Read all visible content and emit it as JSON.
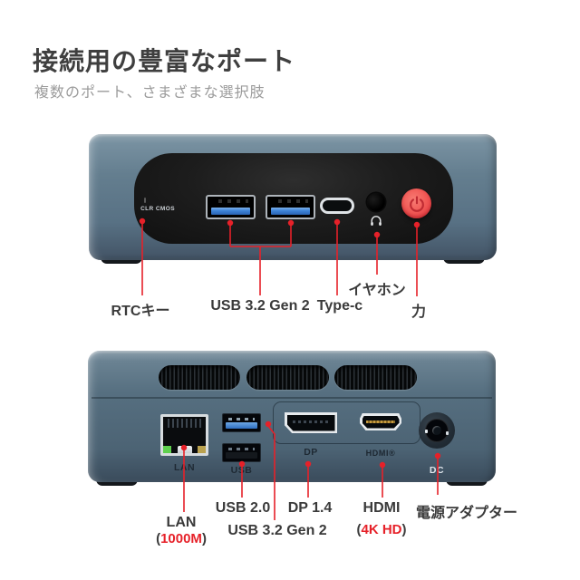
{
  "header": {
    "title": "接続用の豊富なポート",
    "subtitle": "複数のポート、さまざまな選択肢"
  },
  "colors": {
    "accent_red": "#e62129",
    "power_button_red": "#ef4a4a",
    "body_blue_gray": "#5d7487",
    "panel_black": "#1a1a1a",
    "usb3_blue": "#3b82d8",
    "title_gray": "#3f3f3f",
    "subtitle_gray": "#9b9b9b",
    "label_dark": "#3a3a3a"
  },
  "front_view": {
    "panel_text": "CLR CMOS",
    "callouts": {
      "rtc": "RTCキー",
      "usb": "USB 3.2 Gen 2",
      "typec": "Type-c",
      "earphone": "イヤホン",
      "power": "力"
    }
  },
  "back_view": {
    "port_texts": {
      "lan": "LAN",
      "usb": "USB",
      "dp": "DP",
      "hdmi_logo": "HDMI®",
      "dc": "DC"
    },
    "callouts": {
      "lan": "LAN",
      "lan_note_open": "(",
      "lan_note_value": "1000M",
      "lan_note_close": ")",
      "usb20": "USB 2.0",
      "usb32": "USB 3.2 Gen 2",
      "dp": "DP 1.4",
      "hdmi": "HDMI",
      "hdmi_note_open": "(",
      "hdmi_note_value": "4K HD",
      "hdmi_note_close": ")",
      "adapter": "電源アダプター"
    }
  }
}
